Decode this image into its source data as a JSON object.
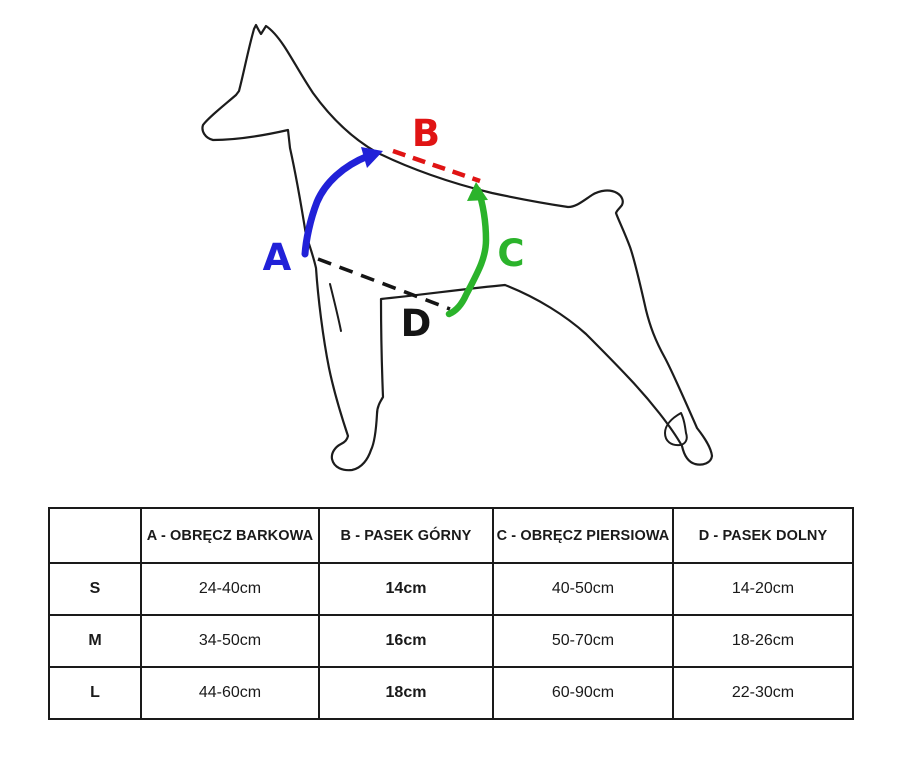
{
  "diagram": {
    "annotations": [
      {
        "letter": "A",
        "color": "#2121d8"
      },
      {
        "letter": "B",
        "color": "#e01414"
      },
      {
        "letter": "C",
        "color": "#2bb32b"
      },
      {
        "letter": "D",
        "color": "#151515"
      }
    ]
  },
  "table": {
    "headers": {
      "size": "",
      "a": "A - OBRĘCZ BARKOWA",
      "b": "B - PASEK GÓRNY",
      "c": "C - OBRĘCZ PIERSIOWA",
      "d": "D - PASEK DOLNY"
    },
    "header_colors": {
      "a": "#2323b8",
      "b": "#e01414",
      "c": "#2eb52e",
      "d": "#111111"
    },
    "rows": [
      {
        "size": "S",
        "a": "24-40cm",
        "b": "14cm",
        "c": "40-50cm",
        "d": "14-20cm"
      },
      {
        "size": "M",
        "a": "34-50cm",
        "b": "16cm",
        "c": "50-70cm",
        "d": "18-26cm"
      },
      {
        "size": "L",
        "a": "44-60cm",
        "b": "18cm",
        "c": "60-90cm",
        "d": "22-30cm"
      }
    ]
  }
}
